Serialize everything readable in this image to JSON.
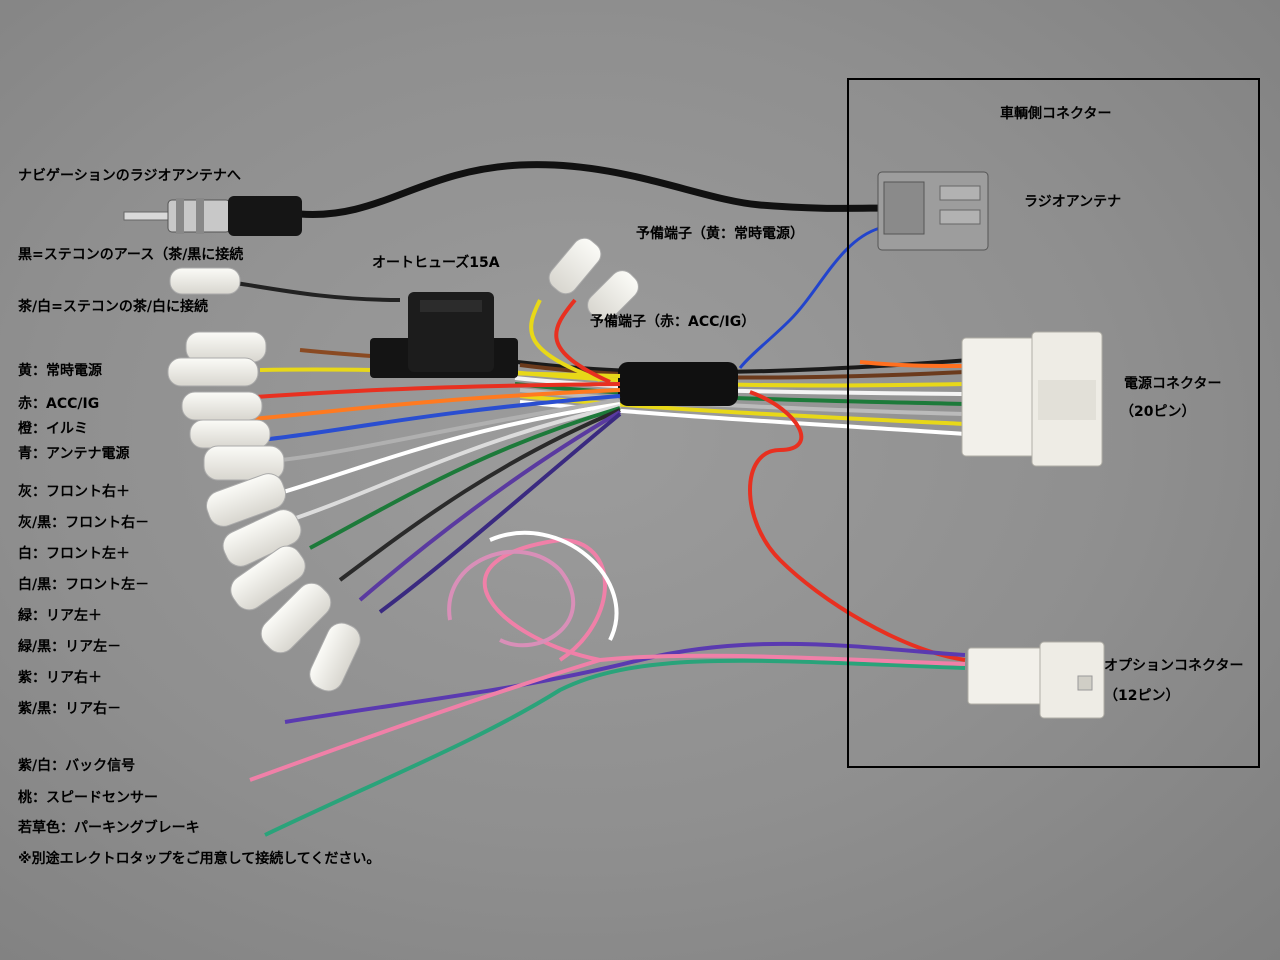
{
  "labels": {
    "navi_antenna": "ナビゲーションのラジオアンテナへ",
    "black": "黒=ステコンのアース（茶/黒に接続",
    "brown_white": "茶/白=ステコンの茶/白に接続",
    "fuse": "オートヒューズ15A",
    "spare_yellow": "予備端子（黄：常時電源）",
    "spare_red": "予備端子（赤：ACC/IG）",
    "yellow": "黄：常時電源",
    "red": "赤：ACC/IG",
    "orange": "橙：イルミ",
    "blue": "青：アンテナ電源",
    "gray": "灰：フロント右＋",
    "gray_black": "灰/黒：フロント右－",
    "white": "白：フロント左＋",
    "white_black": "白/黒：フロント左－",
    "green": "緑：リア左＋",
    "green_black": "緑/黒：リア左－",
    "purple": "紫：リア右＋",
    "purple_black": "紫/黒：リア右－",
    "purple_white": "紫/白：バック信号",
    "pink": "桃：スピードセンサー",
    "light_green": "若草色：パーキングブレーキ",
    "note": "※別途エレクトロタップをご用意して接続してください。",
    "vehicle_side": "車輌側コネクター",
    "radio_antenna": "ラジオアンテナ",
    "power_connector": "電源コネクター",
    "power_pins": "（20ピン）",
    "option_connector": "オプションコネクター",
    "option_pins": "（12ピン）"
  },
  "colors": {
    "background": "#8e8e8e",
    "text": "#000000",
    "connector": "#f2f0ea",
    "antenna_connector": "#9a9a9a"
  }
}
